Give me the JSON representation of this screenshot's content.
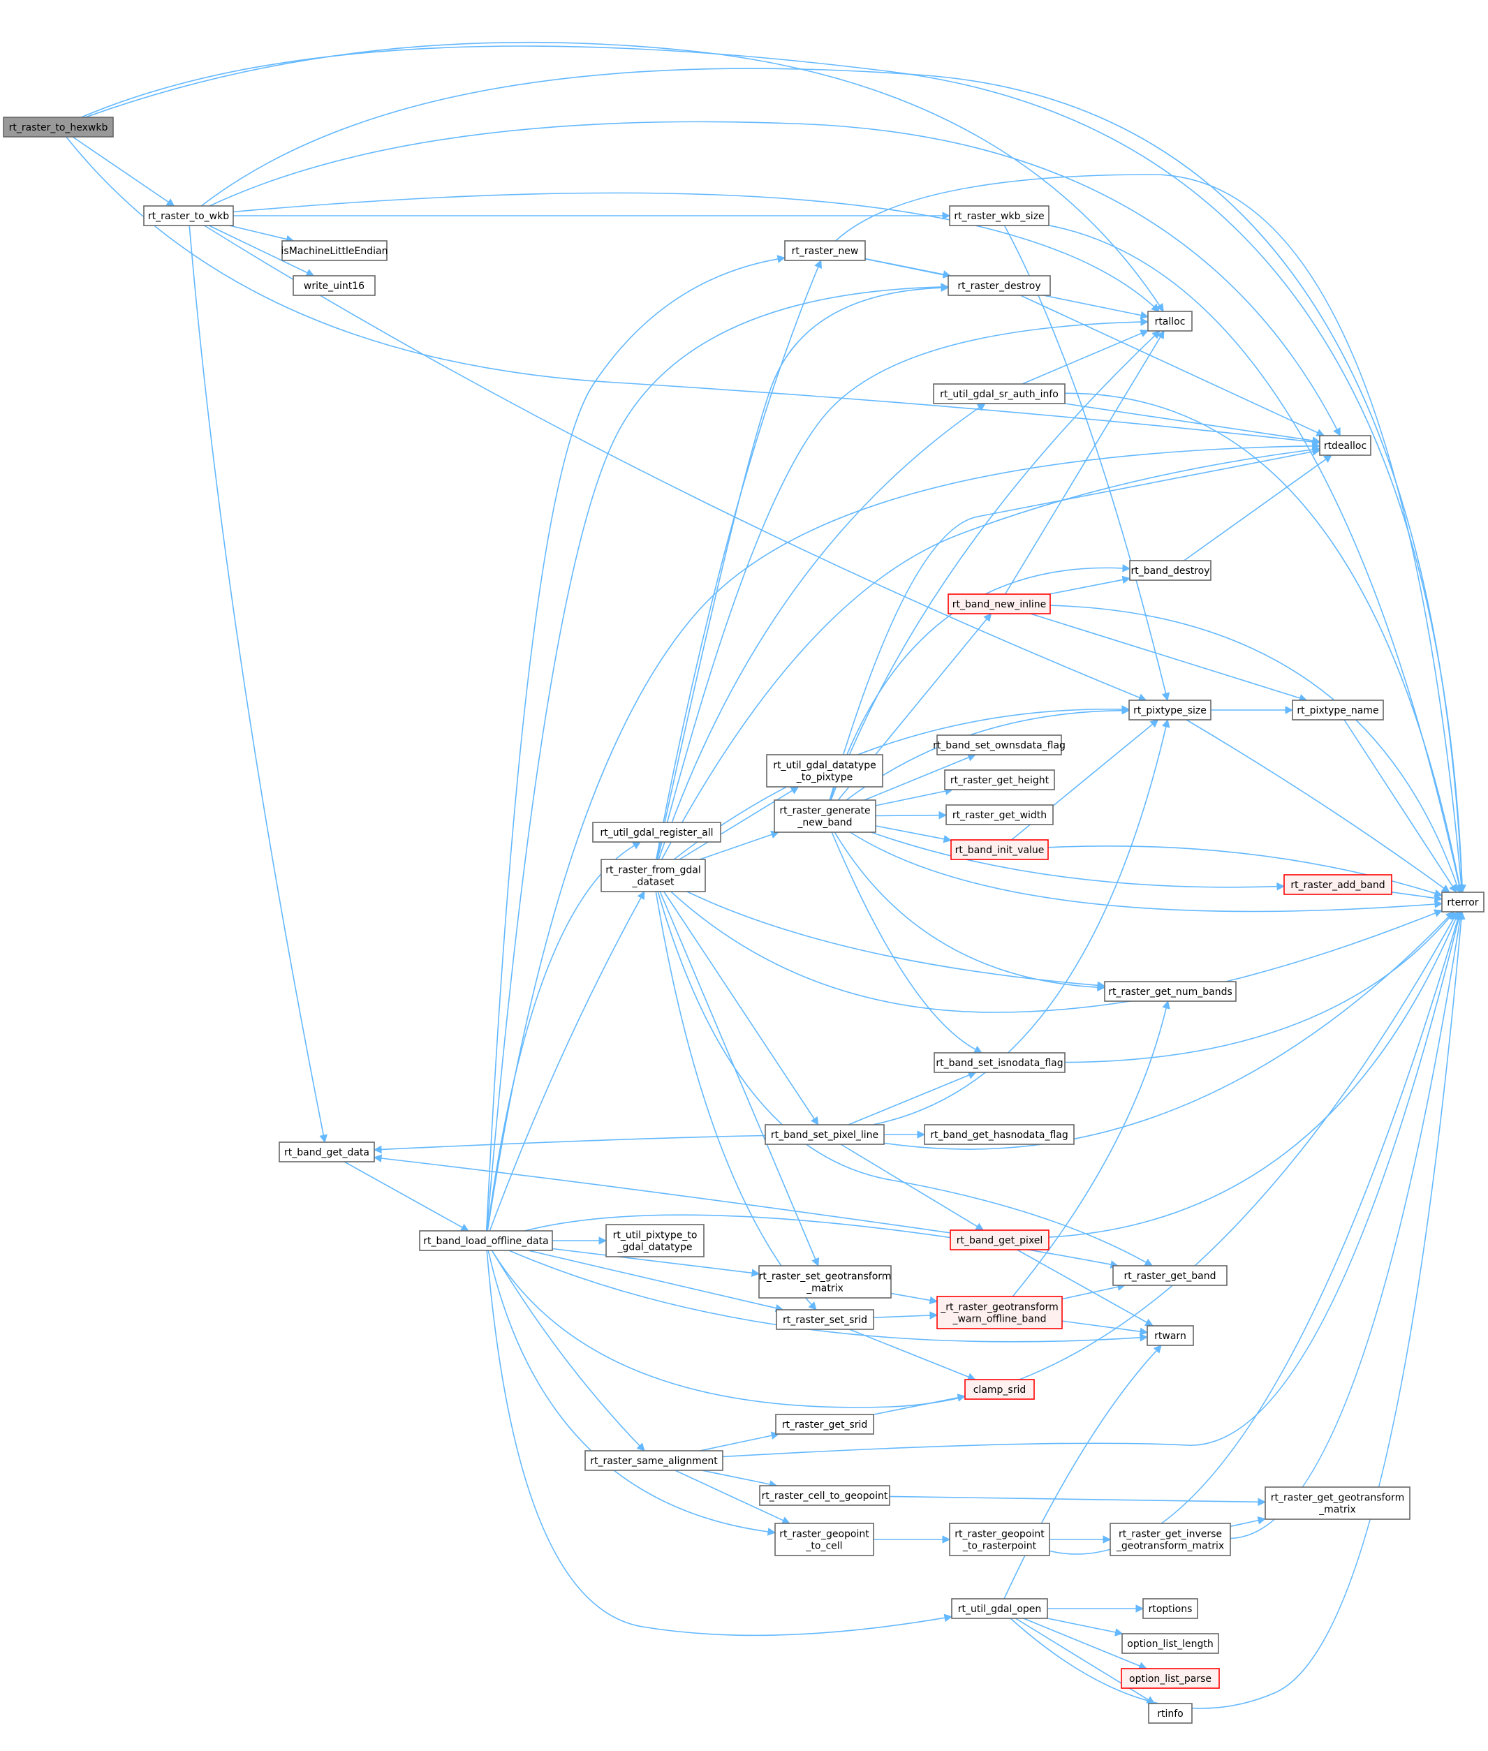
{
  "graph": {
    "colors": {
      "edge": "#63b8ff",
      "node_border": "#666666",
      "root_fill": "#999999",
      "truncated_border": "#ff0000",
      "truncated_fill": "#fff0f0"
    },
    "nodes": [
      {
        "id": "n_hexwkb",
        "lines": [
          "rt_raster_to_hexwkb"
        ],
        "style": "root"
      },
      {
        "id": "n_to_wkb",
        "lines": [
          "rt_raster_to_wkb"
        ],
        "style": "normal"
      },
      {
        "id": "n_isLE",
        "lines": [
          "isMachineLittleEndian"
        ],
        "style": "normal"
      },
      {
        "id": "n_wu16",
        "lines": [
          "write_uint16"
        ],
        "style": "normal"
      },
      {
        "id": "n_band_get_data",
        "lines": [
          "rt_band_get_data"
        ],
        "style": "normal"
      },
      {
        "id": "n_load_offline",
        "lines": [
          "rt_band_load_offline_data"
        ],
        "style": "normal"
      },
      {
        "id": "n_reg_all",
        "lines": [
          "rt_util_gdal_register_all"
        ],
        "style": "normal"
      },
      {
        "id": "n_from_gdal",
        "lines": [
          "rt_raster_from_gdal",
          "_dataset"
        ],
        "style": "normal"
      },
      {
        "id": "n_pix_to_gdal",
        "lines": [
          "rt_util_pixtype_to",
          "_gdal_datatype"
        ],
        "style": "normal"
      },
      {
        "id": "n_same_align",
        "lines": [
          "rt_raster_same_alignment"
        ],
        "style": "normal"
      },
      {
        "id": "n_raster_new",
        "lines": [
          "rt_raster_new"
        ],
        "style": "normal"
      },
      {
        "id": "n_gdal_dt",
        "lines": [
          "rt_util_gdal_datatype",
          "_to_pixtype"
        ],
        "style": "normal"
      },
      {
        "id": "n_gen_band",
        "lines": [
          "rt_raster_generate",
          "_new_band"
        ],
        "style": "normal"
      },
      {
        "id": "n_set_pixline",
        "lines": [
          "rt_band_set_pixel_line"
        ],
        "style": "normal"
      },
      {
        "id": "n_set_geomat",
        "lines": [
          "rt_raster_set_geotransform",
          "_matrix"
        ],
        "style": "normal"
      },
      {
        "id": "n_set_srid",
        "lines": [
          "rt_raster_set_srid"
        ],
        "style": "normal"
      },
      {
        "id": "n_get_srid",
        "lines": [
          "rt_raster_get_srid"
        ],
        "style": "normal"
      },
      {
        "id": "n_cell2geo",
        "lines": [
          "rt_raster_cell_to_geopoint"
        ],
        "style": "normal"
      },
      {
        "id": "n_geo2cell",
        "lines": [
          "rt_raster_geopoint",
          "_to_cell"
        ],
        "style": "normal"
      },
      {
        "id": "n_wkb_size",
        "lines": [
          "rt_raster_wkb_size"
        ],
        "style": "normal"
      },
      {
        "id": "n_destroy",
        "lines": [
          "rt_raster_destroy"
        ],
        "style": "normal"
      },
      {
        "id": "n_sr_auth",
        "lines": [
          "rt_util_gdal_sr_auth_info"
        ],
        "style": "normal"
      },
      {
        "id": "n_band_new_inline",
        "lines": [
          "rt_band_new_inline"
        ],
        "style": "truncated"
      },
      {
        "id": "n_owns_flag",
        "lines": [
          "rt_band_set_ownsdata_flag"
        ],
        "style": "normal"
      },
      {
        "id": "n_get_height",
        "lines": [
          "rt_raster_get_height"
        ],
        "style": "normal"
      },
      {
        "id": "n_get_width",
        "lines": [
          "rt_raster_get_width"
        ],
        "style": "normal"
      },
      {
        "id": "n_init_value",
        "lines": [
          "rt_band_init_value"
        ],
        "style": "truncated"
      },
      {
        "id": "n_isnodata",
        "lines": [
          "rt_band_set_isnodata_flag"
        ],
        "style": "normal"
      },
      {
        "id": "n_hasnodata",
        "lines": [
          "rt_band_get_hasnodata_flag"
        ],
        "style": "normal"
      },
      {
        "id": "n_get_pixel",
        "lines": [
          "rt_band_get_pixel"
        ],
        "style": "truncated"
      },
      {
        "id": "n_geo_warn",
        "lines": [
          "_rt_raster_geotransform",
          "_warn_offline_band"
        ],
        "style": "truncated"
      },
      {
        "id": "n_clamp",
        "lines": [
          "clamp_srid"
        ],
        "style": "truncated"
      },
      {
        "id": "n_geo2raster",
        "lines": [
          "rt_raster_geopoint",
          "_to_rasterpoint"
        ],
        "style": "normal"
      },
      {
        "id": "n_gdal_open",
        "lines": [
          "rt_util_gdal_open"
        ],
        "style": "normal"
      },
      {
        "id": "n_rtalloc",
        "lines": [
          "rtalloc"
        ],
        "style": "normal"
      },
      {
        "id": "n_band_destroy",
        "lines": [
          "rt_band_destroy"
        ],
        "style": "normal"
      },
      {
        "id": "n_pixtype_size",
        "lines": [
          "rt_pixtype_size"
        ],
        "style": "normal"
      },
      {
        "id": "n_num_bands",
        "lines": [
          "rt_raster_get_num_bands"
        ],
        "style": "normal"
      },
      {
        "id": "n_get_band",
        "lines": [
          "rt_raster_get_band"
        ],
        "style": "normal"
      },
      {
        "id": "n_rtwarn",
        "lines": [
          "rtwarn"
        ],
        "style": "normal"
      },
      {
        "id": "n_inv_geo",
        "lines": [
          "rt_raster_get_inverse",
          "_geotransform_matrix"
        ],
        "style": "normal"
      },
      {
        "id": "n_rtoptions",
        "lines": [
          "rtoptions"
        ],
        "style": "normal"
      },
      {
        "id": "n_opt_len",
        "lines": [
          "option_list_length"
        ],
        "style": "normal"
      },
      {
        "id": "n_opt_parse",
        "lines": [
          "option_list_parse"
        ],
        "style": "truncated"
      },
      {
        "id": "n_rtinfo",
        "lines": [
          "rtinfo"
        ],
        "style": "normal"
      },
      {
        "id": "n_rtdealloc",
        "lines": [
          "rtdealloc"
        ],
        "style": "normal"
      },
      {
        "id": "n_pixtype_name",
        "lines": [
          "rt_pixtype_name"
        ],
        "style": "normal"
      },
      {
        "id": "n_add_band",
        "lines": [
          "rt_raster_add_band"
        ],
        "style": "truncated"
      },
      {
        "id": "n_get_geomat",
        "lines": [
          "rt_raster_get_geotransform",
          "_matrix"
        ],
        "style": "normal"
      },
      {
        "id": "n_rterror",
        "lines": [
          "rterror"
        ],
        "style": "normal"
      }
    ]
  }
}
